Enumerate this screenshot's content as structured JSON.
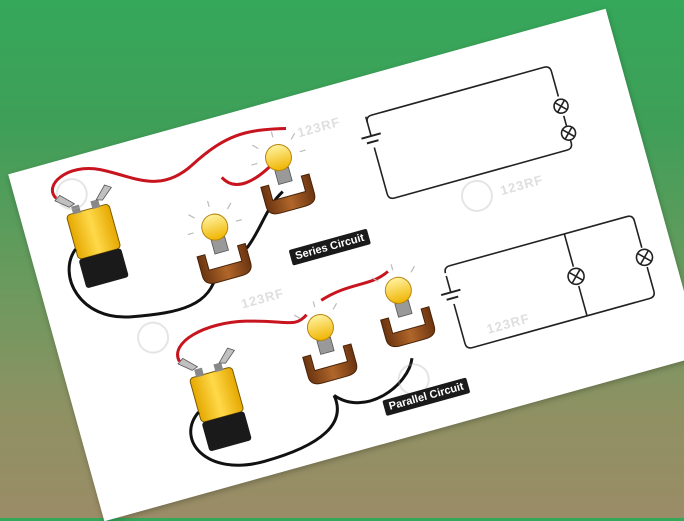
{
  "labels": {
    "series": "Series Circuit",
    "parallel": "Parallel Circuit"
  },
  "watermark": {
    "text": "123RF"
  },
  "colors": {
    "background_top": "#35a85a",
    "background_bottom": "#9a8c66",
    "card": "#ffffff",
    "wire_red": "#c8141e",
    "wire_black": "#111111",
    "battery_yellow": "#f2c21b",
    "bulb_yellow": "#ffd42a",
    "holder_brown": "#8a4a1c"
  },
  "icons": [
    "battery-icon",
    "light-bulb-icon",
    "bulb-holder-icon",
    "alligator-clip-icon",
    "bulb-symbol-icon",
    "battery-symbol-icon"
  ]
}
